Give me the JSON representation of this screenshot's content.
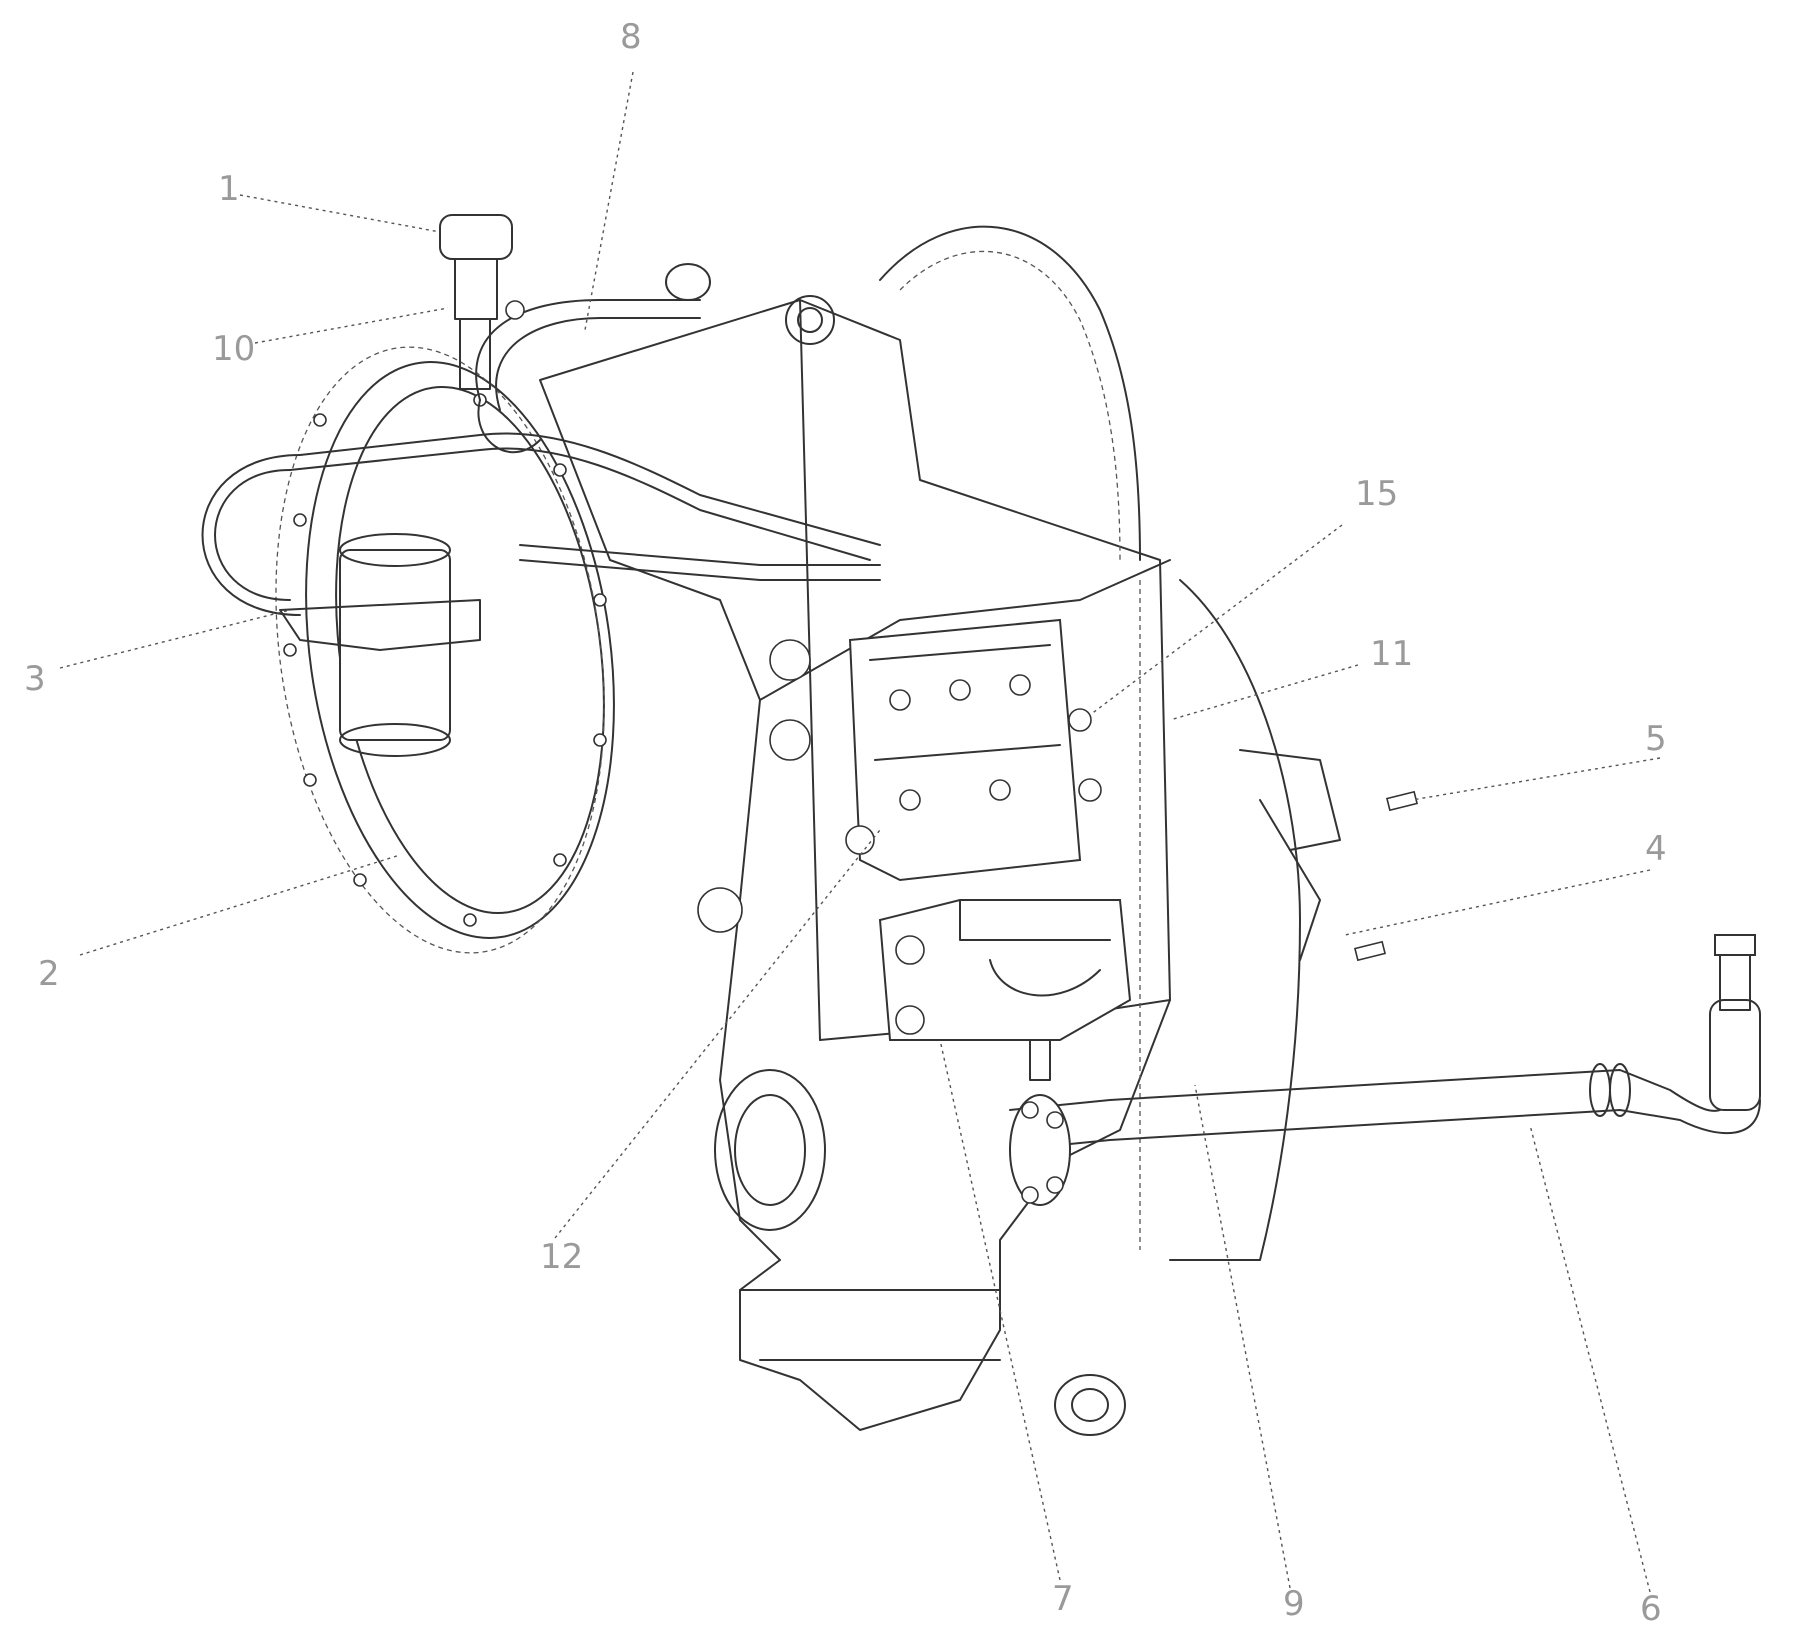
{
  "diagram": {
    "callouts": [
      {
        "id": "c-1",
        "label": "1"
      },
      {
        "id": "c-10",
        "label": "10"
      },
      {
        "id": "c-8",
        "label": "8"
      },
      {
        "id": "c-3",
        "label": "3"
      },
      {
        "id": "c-2",
        "label": "2"
      },
      {
        "id": "c-12",
        "label": "12"
      },
      {
        "id": "c-15",
        "label": "15"
      },
      {
        "id": "c-11",
        "label": "11"
      },
      {
        "id": "c-5",
        "label": "5"
      },
      {
        "id": "c-4",
        "label": "4"
      },
      {
        "id": "c-7",
        "label": "7"
      },
      {
        "id": "c-9",
        "label": "9"
      },
      {
        "id": "c-6",
        "label": "6"
      }
    ]
  }
}
